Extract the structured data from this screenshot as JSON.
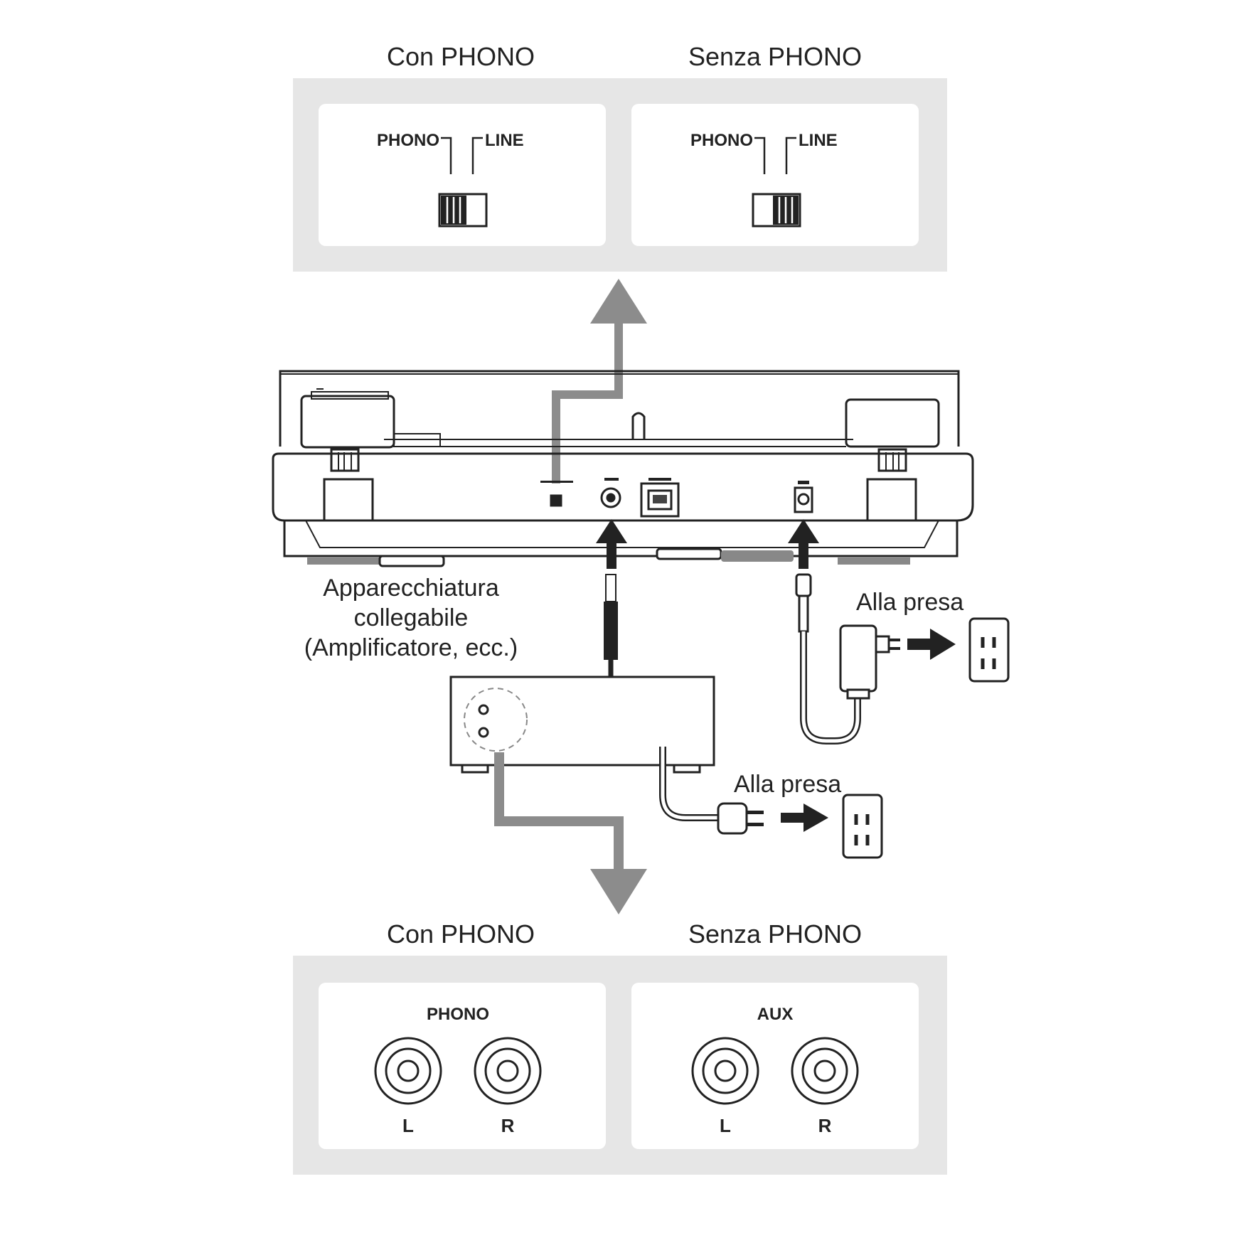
{
  "top": {
    "with_phono": {
      "heading": "Con PHONO",
      "phono_label": "PHONO",
      "line_label": "LINE",
      "switch_position": "PHONO"
    },
    "without_phono": {
      "heading": "Senza PHONO",
      "phono_label": "PHONO",
      "line_label": "LINE",
      "switch_position": "LINE"
    }
  },
  "amplifier_label": {
    "line1": "Apparecchiatura",
    "line2": "collegabile",
    "line3": "(Amplificatore, ecc.)"
  },
  "outlet_label_1": "Alla presa",
  "outlet_label_2": "Alla presa",
  "bottom": {
    "with_phono": {
      "heading": "Con PHONO",
      "input_label": "PHONO",
      "left": "L",
      "right": "R"
    },
    "without_phono": {
      "heading": "Senza PHONO",
      "input_label": "AUX",
      "left": "L",
      "right": "R"
    }
  },
  "colors": {
    "panel_bg": "#e6e6e6",
    "panel_inner": "#ffffff",
    "gray_arrow": "#8c8c8c",
    "line": "#222222"
  }
}
